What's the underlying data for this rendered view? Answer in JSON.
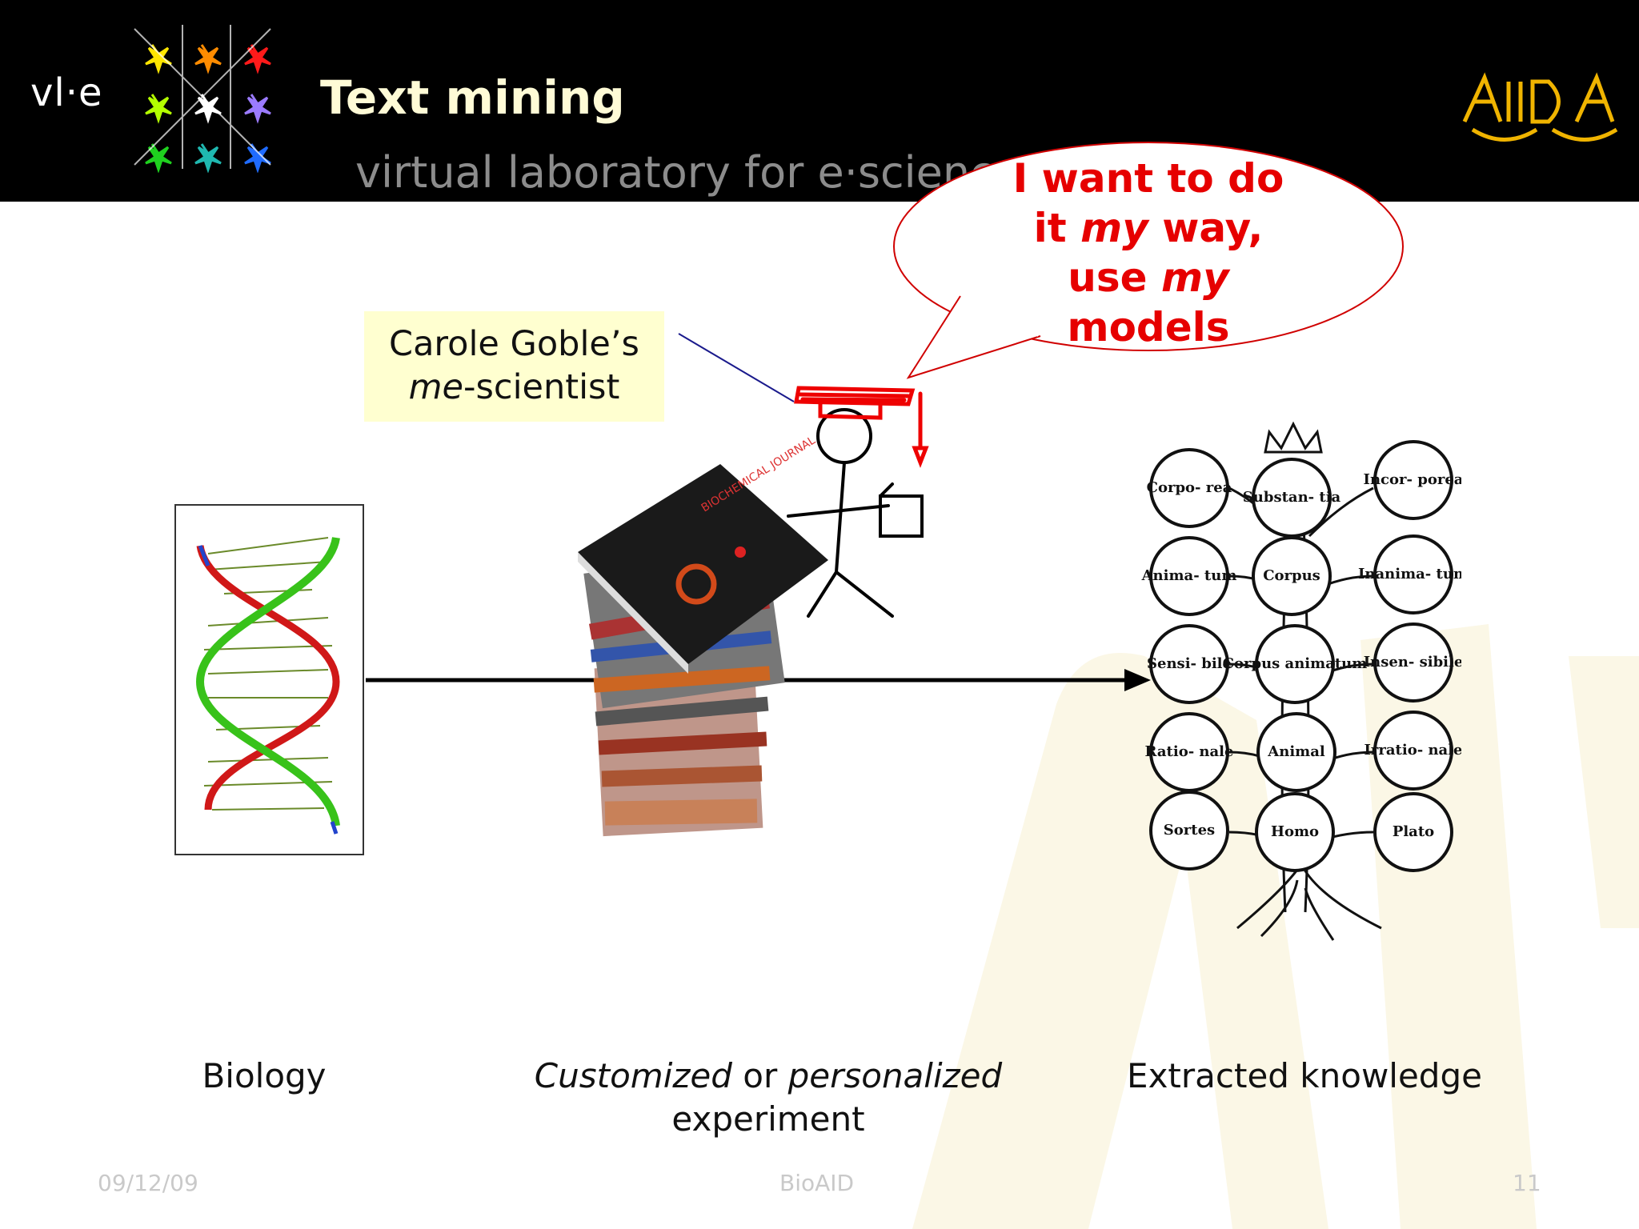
{
  "header": {
    "brand": "vl·e",
    "title": "Text mining",
    "subtitle": "virtual laboratory for e·science"
  },
  "speech_bubble": {
    "line1": "I want to do",
    "line2_a": "it ",
    "line2_em": "my",
    "line2_b": " way,",
    "line3_a": "use ",
    "line3_em": "my",
    "line4": "models"
  },
  "note": {
    "line1": "Carole Goble’s",
    "em": "me",
    "rest": "-scientist"
  },
  "labels": {
    "biology": "Biology",
    "experiment_em1": "Customized",
    "experiment_mid": " or ",
    "experiment_em2": "personalized",
    "experiment_line2": "experiment",
    "knowledge": "Extracted knowledge"
  },
  "tree": {
    "top_label": "Substan- tia",
    "nodes_left": [
      "Corpo- rea",
      "Anima- tum",
      "Sensi- bile",
      "Ratio- nale",
      "Sortes"
    ],
    "nodes_center": [
      "Corpus",
      "Corpus animatum",
      "Animal",
      "Homo"
    ],
    "nodes_right": [
      "Incor- porea",
      "Inanima- tum",
      "Insen- sibile",
      "Irratio- nale",
      "Plato"
    ]
  },
  "footer": {
    "date": "09/12/09",
    "center": "BioAID",
    "page": "11"
  },
  "colors": {
    "header_bg": "#000000",
    "title": "#fffbd6",
    "speech": "#e60000",
    "note_bg": "#ffffd0",
    "aid_logo": "#f0b400"
  }
}
